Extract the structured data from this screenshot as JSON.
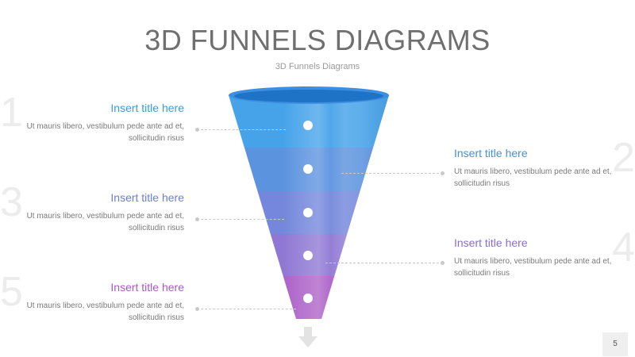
{
  "slide": {
    "title": "3D FUNNELS DIAGRAMS",
    "subtitle": "3D Funnels Diagrams",
    "page_number": "5"
  },
  "items": [
    {
      "number": "1",
      "title": "Insert title here",
      "body": "Ut mauris libero, vestibulum pede ante ad et, sollicitudin risus",
      "color": "#3b9be0"
    },
    {
      "number": "2",
      "title": "Insert title here",
      "body": "Ut mauris libero, vestibulum pede ante ad et, sollicitudin risus",
      "color": "#4a8fd4"
    },
    {
      "number": "3",
      "title": "Insert title here",
      "body": "Ut mauris libero, vestibulum pede ante ad et, sollicitudin risus",
      "color": "#6b7fd6"
    },
    {
      "number": "4",
      "title": "Insert title here",
      "body": "Ut mauris libero, vestibulum pede ante ad et, sollicitudin risus",
      "color": "#8a6fc8"
    },
    {
      "number": "5",
      "title": "Insert title here",
      "body": "Ut mauris libero, vestibulum pede ante ad et, sollicitudin risus",
      "color": "#a65bc0"
    }
  ],
  "funnel_colors": [
    "#46a3ea",
    "#5c93df",
    "#7487dc",
    "#8f78d4",
    "#ad62c9"
  ]
}
